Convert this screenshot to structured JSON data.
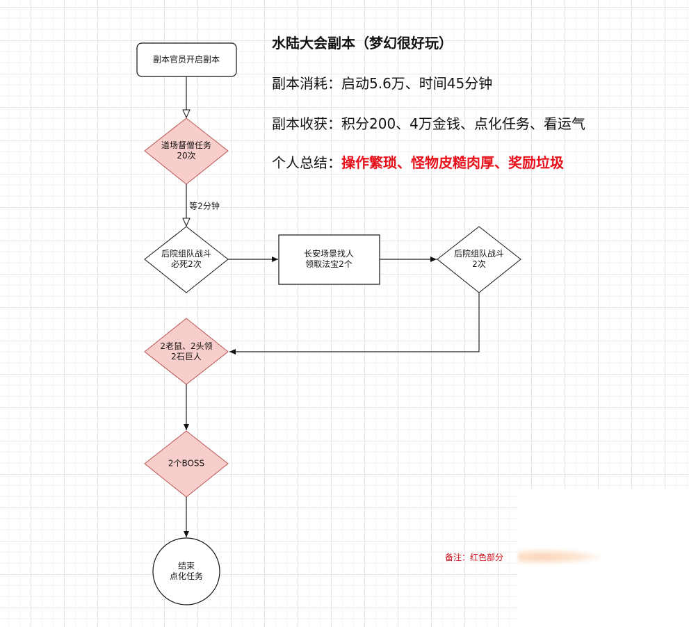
{
  "info": {
    "title": "水陆大会副本（梦幻很好玩）",
    "cost": "副本消耗：启动5.6万、时间45分钟",
    "gain": "副本收获：积分200、4万金钱、点化任务、看运气",
    "summary_label": "个人总结：",
    "summary_value": "操作繁琐、怪物皮糙肉厚、奖励垃圾"
  },
  "nodes": {
    "start": "副本官员开启副本",
    "d1a": "道场督僧任务",
    "d1b": "20次",
    "wait": "等2分钟",
    "d2a": "后院组队战斗",
    "d2b": "必死2次",
    "r2a": "长安场景找人",
    "r2b": "领取法宝2个",
    "d3a": "后院组队战斗",
    "d3b": "2次",
    "d4a": "2老鼠、2头领",
    "d4b": "2石巨人",
    "d5": "2个BOSS",
    "enda": "结束",
    "endb": "点化任务"
  },
  "note": "备注：红色部分",
  "colors": {
    "pink": "#f8cecc",
    "pink_stroke": "#b85450",
    "red": "#e8101a"
  }
}
